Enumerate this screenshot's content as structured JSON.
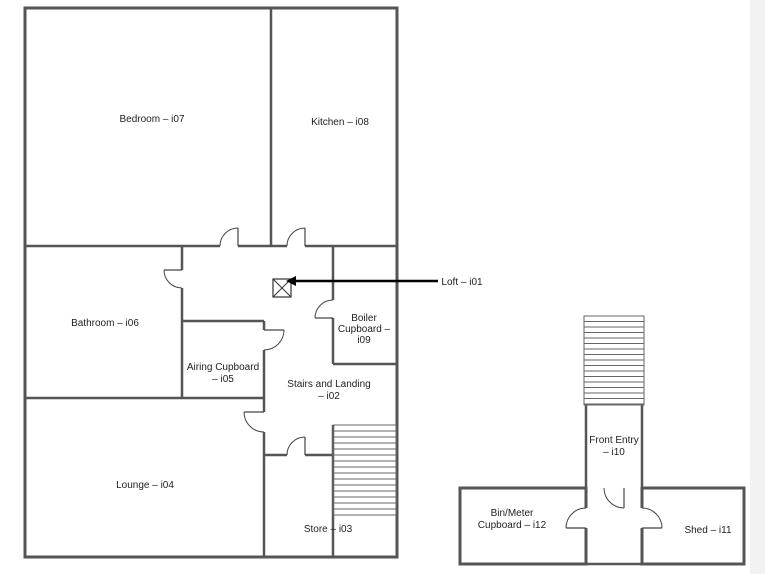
{
  "rooms": {
    "bedroom": "Bedroom – i07",
    "kitchen": "Kitchen – i08",
    "bathroom": "Bathroom – i06",
    "boiler_l1": "Boiler",
    "boiler_l2": "Cupboard –",
    "boiler_l3": "i09",
    "airing_l1": "Airing Cupboard",
    "airing_l2": "– i05",
    "stairs_l1": "Stairs and Landing",
    "stairs_l2": "– i02",
    "lounge": "Lounge – i04",
    "store": "Store – i03",
    "front_l1": "Front Entry",
    "front_l2": "– i10",
    "bin_l1": "Bin/Meter",
    "bin_l2": "Cupboard – i12",
    "shed": "Shed – i11"
  },
  "loft": {
    "label": "Loft – i01"
  },
  "colors": {
    "wall": "#555555",
    "arrow": "#000000",
    "text": "#222222"
  }
}
